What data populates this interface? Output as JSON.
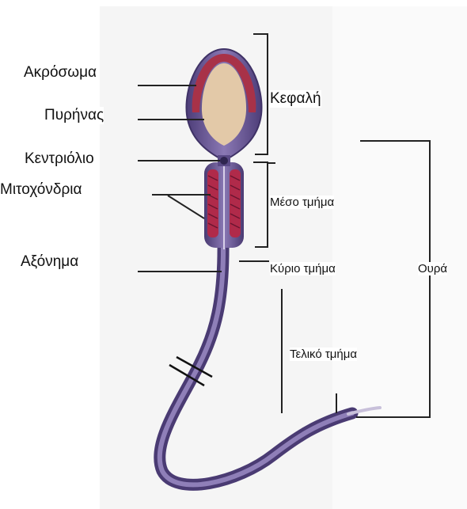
{
  "labels": {
    "akrosoma": "Ακρόσωμα",
    "pyrinas": "Πυρήνας",
    "kentriolio": "Κεντριόλιο",
    "mitochondria": "Μιτοχόνδρια",
    "axonima": "Αξόνημα",
    "kefali": "Κεφαλή",
    "meso_tmima": "Μέσο τμήμα",
    "kyrio_tmima": "Κύριο  τμήμα",
    "teliko_tmima": "Τελικό  τμήμα",
    "oura": "Ουρά"
  },
  "colors": {
    "body": "#6f5a98",
    "body_dark": "#4a3b73",
    "acrosome": "#a83248",
    "nucleus": "#e3c9a8",
    "mitochondria": "#b02a4a",
    "line": "#222222"
  }
}
